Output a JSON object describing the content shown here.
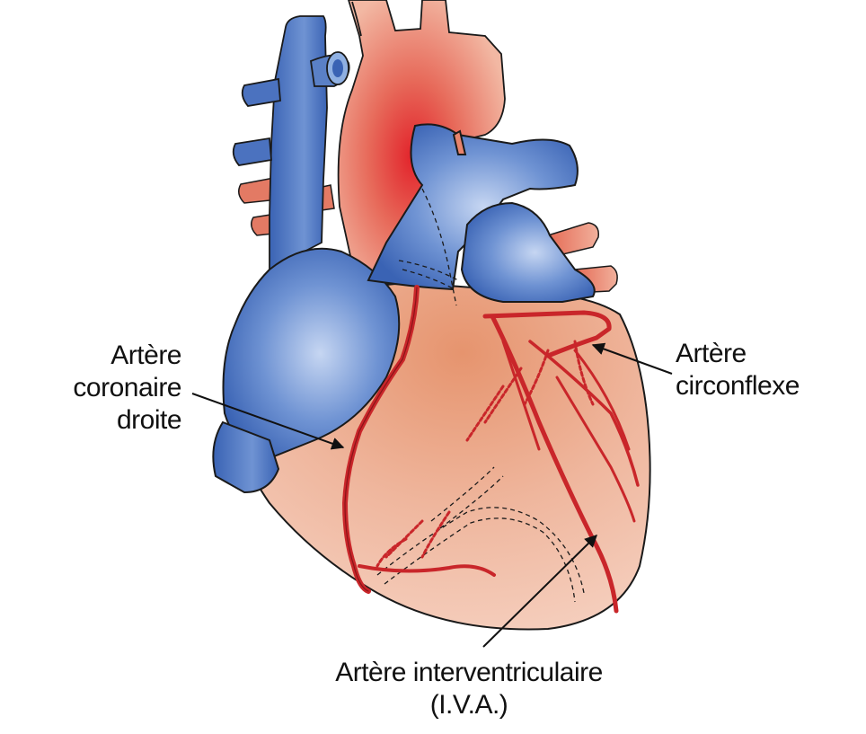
{
  "labels": {
    "coronaire_droite": [
      "Artère",
      "coronaire",
      "droite"
    ],
    "circonflexe": [
      "Artère",
      "circonflexe"
    ],
    "iva": [
      "Artère interventriculaire",
      "(I.V.A.)"
    ]
  },
  "colors": {
    "artery": "#c9262a",
    "vein": "#3e67b8",
    "vein_light": "#bcd0f0",
    "myocardium": "#f0bca4",
    "myocardium_dark": "#e39a78",
    "aorta_hot": "#e3262c",
    "outline": "#1a1a1a"
  }
}
